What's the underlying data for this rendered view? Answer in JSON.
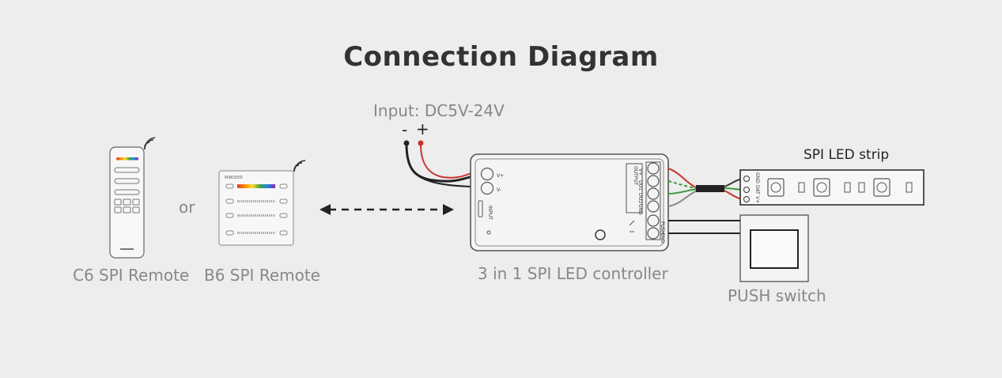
{
  "title": "Connection Diagram",
  "input": {
    "label": "Input: DC5V-24V",
    "minus": "-",
    "plus": "+"
  },
  "remotes": {
    "c6_label": "C6 SPI Remote",
    "or_label": "or",
    "b6_label": "B6 SPI Remote",
    "b6_brand": "MiBOXER"
  },
  "controller": {
    "label": "3 in 1 SPI LED controller",
    "terminal_plus": "V+",
    "terminal_minus": "V-",
    "input_text": "INPUT",
    "output_text": "OUTPUT",
    "out_pins": [
      "V+",
      "DO1",
      "DO2",
      "GND"
    ],
    "push_pins": [
      "PUSH",
      "GND"
    ]
  },
  "strip": {
    "label": "SPI  LED strip",
    "pins": [
      "GND",
      "DAT",
      "V+"
    ]
  },
  "switch": {
    "label": "PUSH switch"
  },
  "colors": {
    "wire_red": "#c8332c",
    "wire_green": "#3a9a3a",
    "wire_black": "#222222",
    "wire_gray": "#8a8a8a"
  }
}
